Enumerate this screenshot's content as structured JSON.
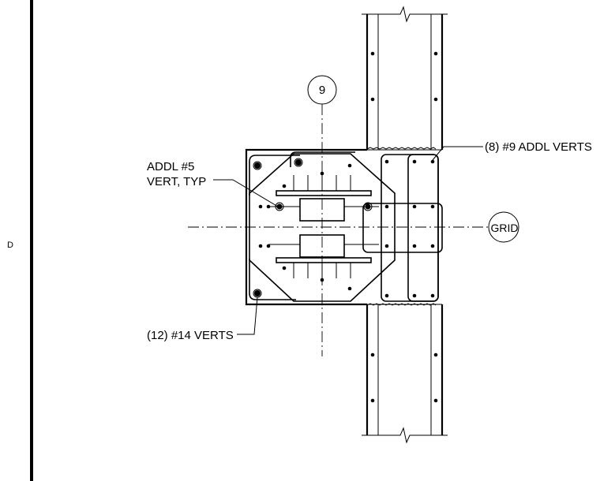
{
  "grid_bubble_9": "9",
  "grid_bubble_grid": "GRID",
  "row_label": "D",
  "callout_addl5_line1": "ADDL #5",
  "callout_addl5_line2": "VERT, TYP",
  "callout_addl_verts": "(8) #9 ADDL VERTS",
  "callout_verts14": "(12) #14 VERTS"
}
